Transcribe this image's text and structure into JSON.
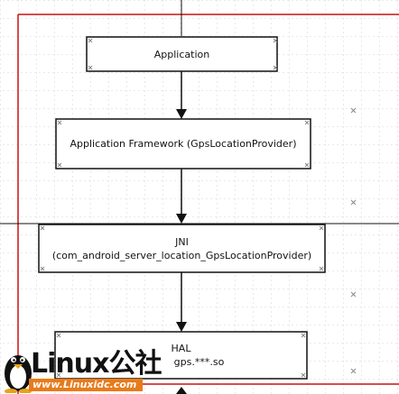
{
  "boxes": {
    "application": {
      "label": "Application"
    },
    "framework": {
      "label": "Application Framework  (GpsLocationProvider)"
    },
    "jni": {
      "line1": "JNI",
      "line2": "(com_android_server_location_GpsLocationProvider)"
    },
    "hal": {
      "line1": "HAL",
      "line2": "gps.***.so"
    }
  },
  "watermark": {
    "text": "Linux公社",
    "url": "www.Linuxidc.com"
  },
  "colors": {
    "frame_line": "#cc1111",
    "box_border": "#111111",
    "arrow": "#111111",
    "grid_dash": "#c8c8c8",
    "logo_orange": "#e87b1a"
  }
}
